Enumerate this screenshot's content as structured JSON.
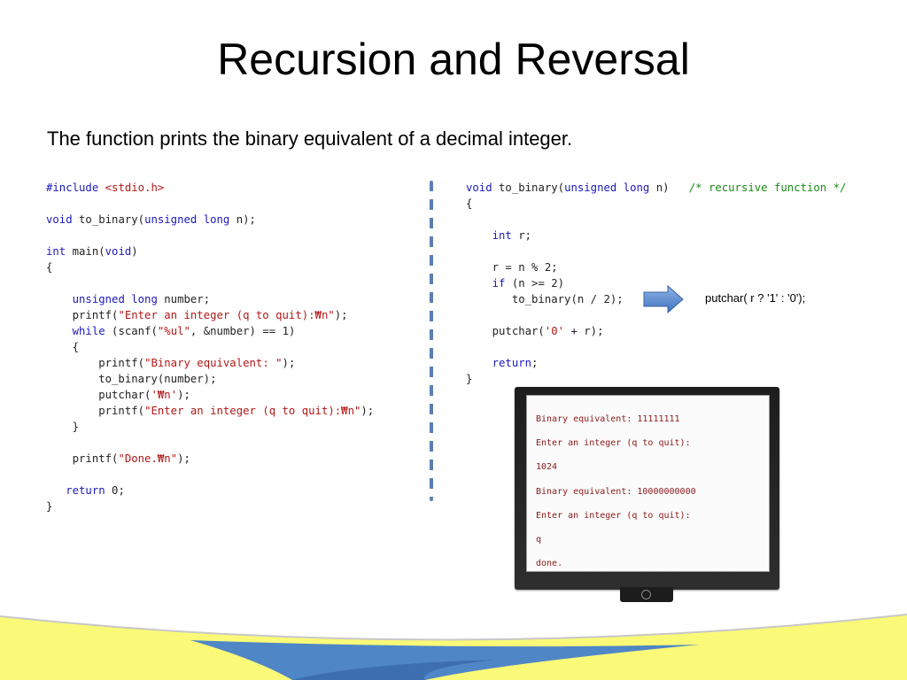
{
  "slide": {
    "title": "Recursion and Reversal",
    "subtitle": "The function prints the binary equivalent of a decimal integer."
  },
  "code_left": {
    "lines": [
      [
        {
          "t": "#include ",
          "c": "pp"
        },
        {
          "t": "<stdio.h>",
          "c": "str"
        }
      ],
      [],
      [
        {
          "t": "void",
          "c": "kw"
        },
        {
          "t": " to_binary("
        },
        {
          "t": "unsigned long",
          "c": "kw"
        },
        {
          "t": " n);"
        }
      ],
      [],
      [
        {
          "t": "int",
          "c": "kw"
        },
        {
          "t": " main("
        },
        {
          "t": "void",
          "c": "kw"
        },
        {
          "t": ")"
        }
      ],
      [
        {
          "t": "{"
        }
      ],
      [],
      [
        {
          "t": "    "
        },
        {
          "t": "unsigned long",
          "c": "kw"
        },
        {
          "t": " number;"
        }
      ],
      [
        {
          "t": "    printf("
        },
        {
          "t": "\"Enter an integer (q to quit):₩n\"",
          "c": "str"
        },
        {
          "t": ");"
        }
      ],
      [
        {
          "t": "    "
        },
        {
          "t": "while",
          "c": "kw"
        },
        {
          "t": " (scanf("
        },
        {
          "t": "\"%ul\"",
          "c": "str"
        },
        {
          "t": ", &number) == 1)"
        }
      ],
      [
        {
          "t": "    {"
        }
      ],
      [
        {
          "t": "        printf("
        },
        {
          "t": "\"Binary equivalent: \"",
          "c": "str"
        },
        {
          "t": ");"
        }
      ],
      [
        {
          "t": "        to_binary(number);"
        }
      ],
      [
        {
          "t": "        putchar("
        },
        {
          "t": "'₩n'",
          "c": "str"
        },
        {
          "t": ");"
        }
      ],
      [
        {
          "t": "        printf("
        },
        {
          "t": "\"Enter an integer (q to quit):₩n\"",
          "c": "str"
        },
        {
          "t": ");"
        }
      ],
      [
        {
          "t": "    }"
        }
      ],
      [],
      [
        {
          "t": "    printf("
        },
        {
          "t": "\"Done.₩n\"",
          "c": "str"
        },
        {
          "t": ");"
        }
      ],
      [],
      [
        {
          "t": "   "
        },
        {
          "t": "return",
          "c": "kw"
        },
        {
          "t": " 0;"
        }
      ],
      [
        {
          "t": "}"
        }
      ]
    ]
  },
  "code_right": {
    "lines": [
      [
        {
          "t": "void",
          "c": "kw"
        },
        {
          "t": " to_binary("
        },
        {
          "t": "unsigned long",
          "c": "kw"
        },
        {
          "t": " n)   "
        },
        {
          "t": "/* recursive function */",
          "c": "cm"
        }
      ],
      [
        {
          "t": "{"
        }
      ],
      [],
      [
        {
          "t": "    "
        },
        {
          "t": "int",
          "c": "kw"
        },
        {
          "t": " r;"
        }
      ],
      [],
      [
        {
          "t": "    r = n % 2;"
        }
      ],
      [
        {
          "t": "    "
        },
        {
          "t": "if",
          "c": "kw"
        },
        {
          "t": " (n >= 2)"
        }
      ],
      [
        {
          "t": "       to_binary(n / 2);"
        }
      ],
      [],
      [
        {
          "t": "    putchar("
        },
        {
          "t": "'0'",
          "c": "str"
        },
        {
          "t": " + r);"
        }
      ],
      [],
      [
        {
          "t": "    "
        },
        {
          "t": "return",
          "c": "kw"
        },
        {
          "t": ";"
        }
      ],
      [
        {
          "t": "}"
        }
      ]
    ]
  },
  "annotation": {
    "text": "putchar( r ? '1' : '0');"
  },
  "terminal": {
    "lines": [
      "Binary equivalent: 11111111",
      "Enter an integer (q to quit):",
      "1024",
      "Binary equivalent: 10000000000",
      "Enter an integer (q to quit):",
      "q",
      "done."
    ]
  },
  "colors": {
    "keyword": "#1a1ab8",
    "string": "#b01818",
    "comment": "#1a8a1a",
    "terminal_text": "#8a1818",
    "footer_yellow": "#fafa78",
    "footer_blue": "#4f86c6"
  }
}
